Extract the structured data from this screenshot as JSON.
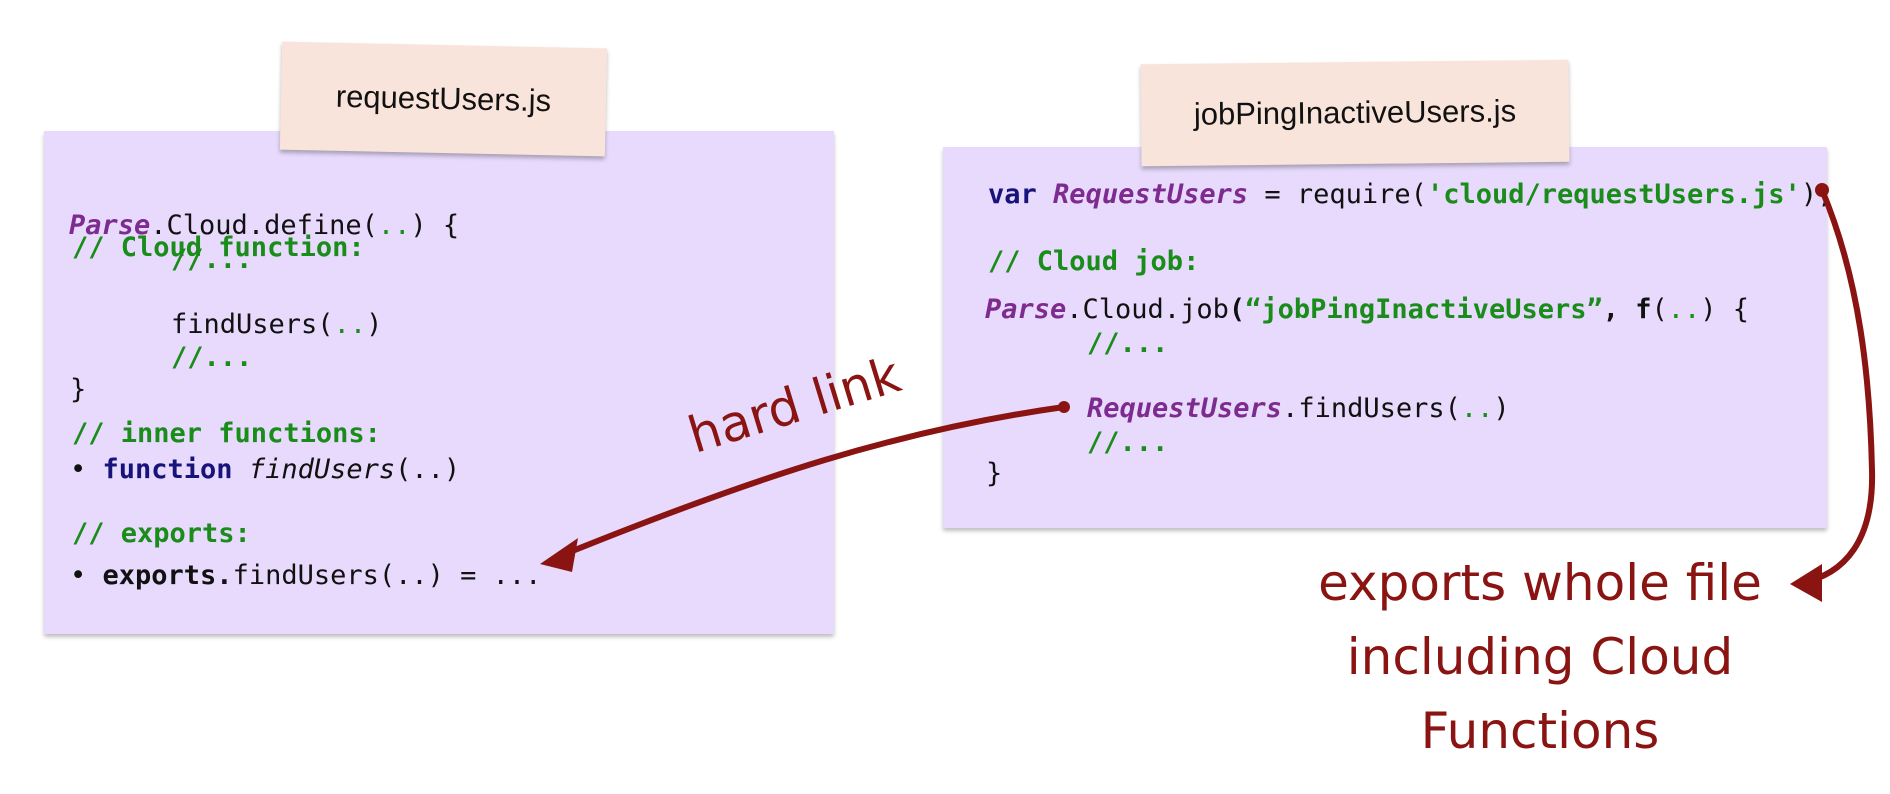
{
  "left_file": {
    "tab_title": "requestUsers.js",
    "l1_comment": "// Cloud function:",
    "l2_obj": "Parse",
    "l2_a": ".Cloud.define(",
    "l2_dots": "..",
    "l2_b": ") {",
    "l3_comment": "//...",
    "l4_a": "findUsers(",
    "l4_dots": "..",
    "l4_b": ")",
    "l5_comment": "//...",
    "l6": "}",
    "l7_comment": "// inner functions:",
    "l8_bullet": "• ",
    "l8_kw": "function",
    "l8_name": "findUsers",
    "l8_rest": "(..)",
    "l9_comment": "// exports:",
    "l10_bullet": "• ",
    "l10_exports": "exports.",
    "l10_rest": "findUsers(..) = ..."
  },
  "right_file": {
    "tab_title": "jobPingInactiveUsers.js",
    "r1_kw": "var",
    "r1_obj": "RequestUsers",
    "r1_a": " = require(",
    "r1_str": "'cloud/requestUsers.js'",
    "r1_b": ");",
    "r2_comment": "// Cloud job:",
    "r3_obj": "Parse",
    "r3_a": ".Cloud.job",
    "r3_paren": "(",
    "r3_str": "“jobPingInactiveUsers”",
    "r3_sep": ", ",
    "r3_f": "f",
    "r3_b": "(",
    "r3_dots": "..",
    "r3_c": ") {",
    "r4_comment": "//...",
    "r5_obj": "RequestUsers",
    "r5_a": ".findUsers(",
    "r5_dots": "..",
    "r5_b": ")",
    "r6_comment": "//...",
    "r7": "}"
  },
  "annotations": {
    "hard_link": "hard link",
    "exports_note_1": "exports whole file",
    "exports_note_2": "including Cloud",
    "exports_note_3": "Functions"
  },
  "colors": {
    "panel": "#e7dafc",
    "tab": "#f9e4dc",
    "comment": "#1a8c1a",
    "keyword": "#17137a",
    "object": "#7d2b8f",
    "annotation": "#8a1412"
  }
}
